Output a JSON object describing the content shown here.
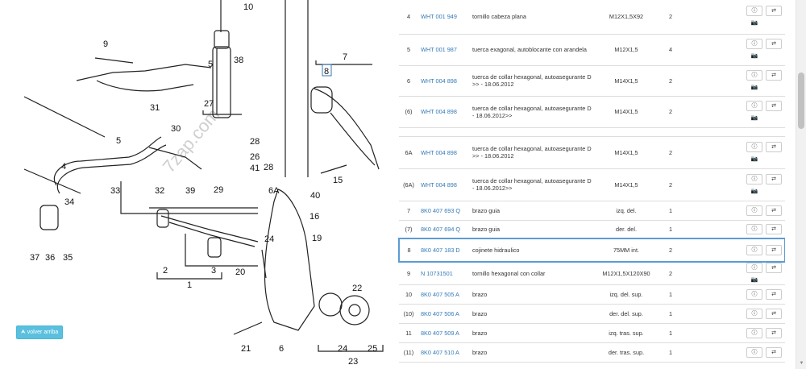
{
  "diagram": {
    "watermark": "7zap.com",
    "callouts": [
      "10",
      "9",
      "38",
      "5",
      "7",
      "8",
      "31",
      "27",
      "30",
      "28",
      "26",
      "5",
      "4",
      "41",
      "28",
      "15",
      "33",
      "32",
      "39",
      "29",
      "6A",
      "40",
      "34",
      "16",
      "24",
      "19",
      "37",
      "36",
      "35",
      "2",
      "3",
      "20",
      "1",
      "22",
      "21",
      "6",
      "24",
      "25",
      "23"
    ]
  },
  "back_button": {
    "icon": "arrow-up-icon",
    "label": "volver arriba"
  },
  "colors": {
    "link": "#337ab7",
    "highlight": "#5b9bd5",
    "back_button": "#5bc0de"
  },
  "action_icons": {
    "info": "info-icon",
    "swap": "swap-arrows-icon",
    "photo": "camera-icon"
  },
  "rows": [
    {
      "pos": "4",
      "ref": "WHT 001 949",
      "desc": "tornillo cabeza plana",
      "extra": "M12X1,5X92",
      "qty": "2",
      "photo": true
    },
    {
      "pos": "5",
      "ref": "WHT 001 987",
      "desc": "tuerca exagonal, autoblocante con arandela",
      "extra": "M12X1,5",
      "qty": "4",
      "photo": true
    },
    {
      "pos": "6",
      "ref": "WHT 004 898",
      "desc": "tuerca de collar hexagonal, autoasegurante D >> - 18.06.2012",
      "extra": "M14X1,5",
      "qty": "2",
      "photo": true
    },
    {
      "pos": "(6)",
      "ref": "WHT 004 898",
      "desc": "tuerca de collar hexagonal, autoasegurante D - 18.06.2012>>",
      "extra": "M14X1,5",
      "qty": "2",
      "photo": true
    },
    {
      "gap": true
    },
    {
      "pos": "6A",
      "ref": "WHT 004 898",
      "desc": "tuerca de collar hexagonal, autoasegurante D >> - 18.06.2012",
      "extra": "M14X1,5",
      "qty": "2",
      "photo": true
    },
    {
      "pos": "(6A)",
      "ref": "WHT 004 898",
      "desc": "tuerca de collar hexagonal, autoasegurante D - 18.06.2012>>",
      "extra": "M14X1,5",
      "qty": "2",
      "photo": true
    },
    {
      "pos": "7",
      "ref": "8K0 407 693 Q",
      "desc": "brazo guia",
      "extra": "izq. del.",
      "qty": "1",
      "photo": false
    },
    {
      "pos": "(7)",
      "ref": "8K0 407 694 Q",
      "desc": "brazo guia",
      "extra": "der. del.",
      "qty": "1",
      "photo": false
    },
    {
      "pos": "8",
      "ref": "8K0 407 183 D",
      "desc": "cojinete hidraulico",
      "extra": "75MM int.",
      "qty": "2",
      "photo": false,
      "selected": true
    },
    {
      "pos": "9",
      "ref": "N 10731501",
      "desc": "tornillo hexagonal con collar",
      "extra": "M12X1,5X120X90",
      "qty": "2",
      "photo": true
    },
    {
      "pos": "10",
      "ref": "8K0 407 505 A",
      "desc": "brazo",
      "extra": "izq. del. sup.",
      "qty": "1",
      "photo": false
    },
    {
      "pos": "(10)",
      "ref": "8K0 407 506 A",
      "desc": "brazo",
      "extra": "der. del. sup.",
      "qty": "1",
      "photo": false
    },
    {
      "pos": "11",
      "ref": "8K0 407 509 A",
      "desc": "brazo",
      "extra": "izq. tras. sup.",
      "qty": "1",
      "photo": false
    },
    {
      "pos": "(11)",
      "ref": "8K0 407 510 A",
      "desc": "brazo",
      "extra": "der. tras. sup.",
      "qty": "1",
      "photo": false
    }
  ]
}
